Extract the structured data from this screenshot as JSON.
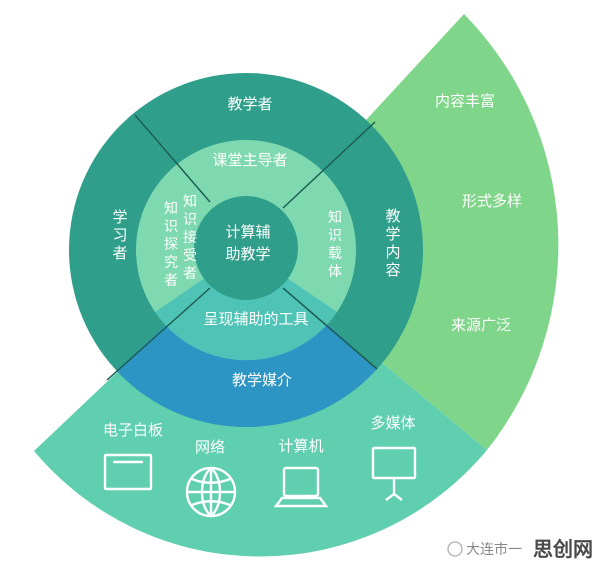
{
  "colors": {
    "outer_ring": "#2f9f8b",
    "middle_ring": "#7fd9b0",
    "center": "#2f9f8b",
    "fan_right": "#7fd58a",
    "fan_bottom": "#5fcfb0",
    "media_band": "#2d95c4"
  },
  "center": {
    "line1": "计算辅",
    "line2": "助教学"
  },
  "outer_ring": {
    "top": "教学者",
    "left": [
      "学",
      "习",
      "者"
    ],
    "right": [
      "教",
      "学",
      "内",
      "容"
    ]
  },
  "middle_ring": {
    "top": "课堂主导者",
    "left_col1": [
      "知",
      "识",
      "探",
      "究",
      "者"
    ],
    "left_col2": [
      "知",
      "识",
      "接",
      "受",
      "者"
    ],
    "right": [
      "知",
      "识",
      "载",
      "体"
    ],
    "bottom": "呈现辅助的工具"
  },
  "media_band": {
    "label": "教学媒介"
  },
  "right_fan": {
    "items": [
      "内容丰富",
      "形式多样",
      "来源广泛"
    ]
  },
  "bottom_fan": {
    "items": [
      {
        "label": "电子白板",
        "icon": "whiteboard-icon"
      },
      {
        "label": "网络",
        "icon": "globe-icon"
      },
      {
        "label": "计算机",
        "icon": "laptop-icon"
      },
      {
        "label": "多媒体",
        "icon": "projector-screen-icon"
      }
    ]
  },
  "watermark": {
    "prefix": "大连市一",
    "brand": "思创网"
  }
}
